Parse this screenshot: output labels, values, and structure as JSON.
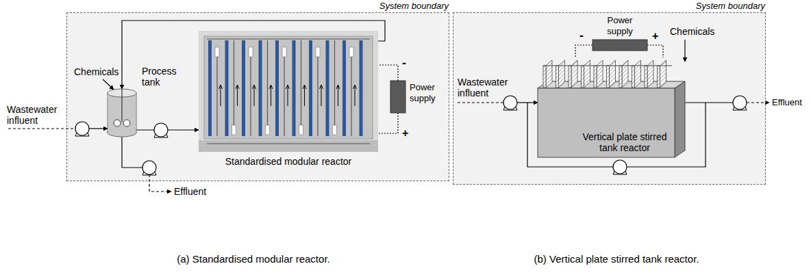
{
  "diagram": {
    "nodes": [
      {
        "text": [
          "System boundary"
        ]
      },
      {
        "text": [
          "Process tank"
        ],
        "in": 0
      },
      {
        "text": [
          "Standardised modular reactor"
        ],
        "in": 0
      },
      {
        "text": [
          "Power supply"
        ],
        "in": 0
      },
      {
        "text": [
          "System boundary"
        ]
      },
      {
        "text": [
          "Power supply"
        ],
        "in": 4
      },
      {
        "text": [
          "Vertical plate stirred tank reactor"
        ],
        "in": 4
      }
    ],
    "edges": [
      {
        "from": 1,
        "to": 2,
        "arrow": "to"
      },
      {
        "from": 2,
        "to": 1,
        "arrow": "to"
      },
      {
        "from": 3,
        "to": 2,
        "arrow": "none"
      },
      {
        "from": 3,
        "to": 2,
        "arrow": "none"
      },
      {
        "from": 5,
        "to": 6,
        "arrow": "none"
      },
      {
        "from": 5,
        "to": 6,
        "arrow": "none"
      }
    ],
    "labels": [
      "Wastewater influent",
      "Chemicals",
      "Effluent",
      "-",
      "+",
      "Wastewater influent",
      "Chemicals",
      "Effluent",
      "-",
      "+",
      "(a) Standardised modular reactor.",
      "(b) Vertical plate stirred tank reactor."
    ]
  }
}
